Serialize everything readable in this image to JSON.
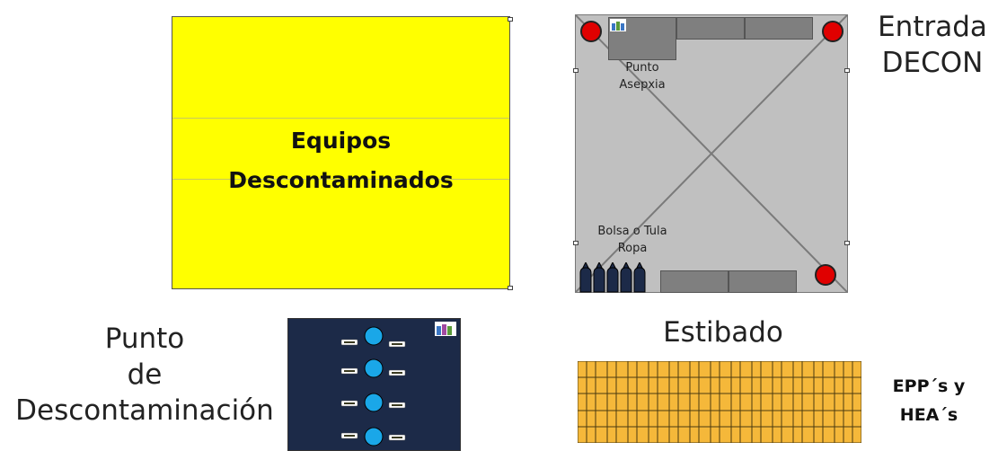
{
  "equipos_zone": {
    "line1": "Equipos",
    "line2": "Descontaminados"
  },
  "decon_zone": {
    "title_line1": "Entrada",
    "title_line2": "DECON",
    "punto_asepxia_line1": "Punto",
    "punto_asepxia_line2": "Asepxia",
    "bolsa_line1": "Bolsa o Tula",
    "bolsa_line2": "Ropa"
  },
  "descon_point": {
    "line1": "Punto",
    "line2": "de",
    "line3": "Descontaminación"
  },
  "estibado": {
    "title": "Estibado",
    "label_line1": "EPP´s y",
    "label_line2": "HEA´s"
  },
  "colors": {
    "yellow": "#ffff00",
    "decon_gray": "#c0c0c0",
    "navy": "#1c2a48",
    "red_marker": "#e00000",
    "blue_marker": "#1aa7e8",
    "pallet": "#f5b83a"
  }
}
